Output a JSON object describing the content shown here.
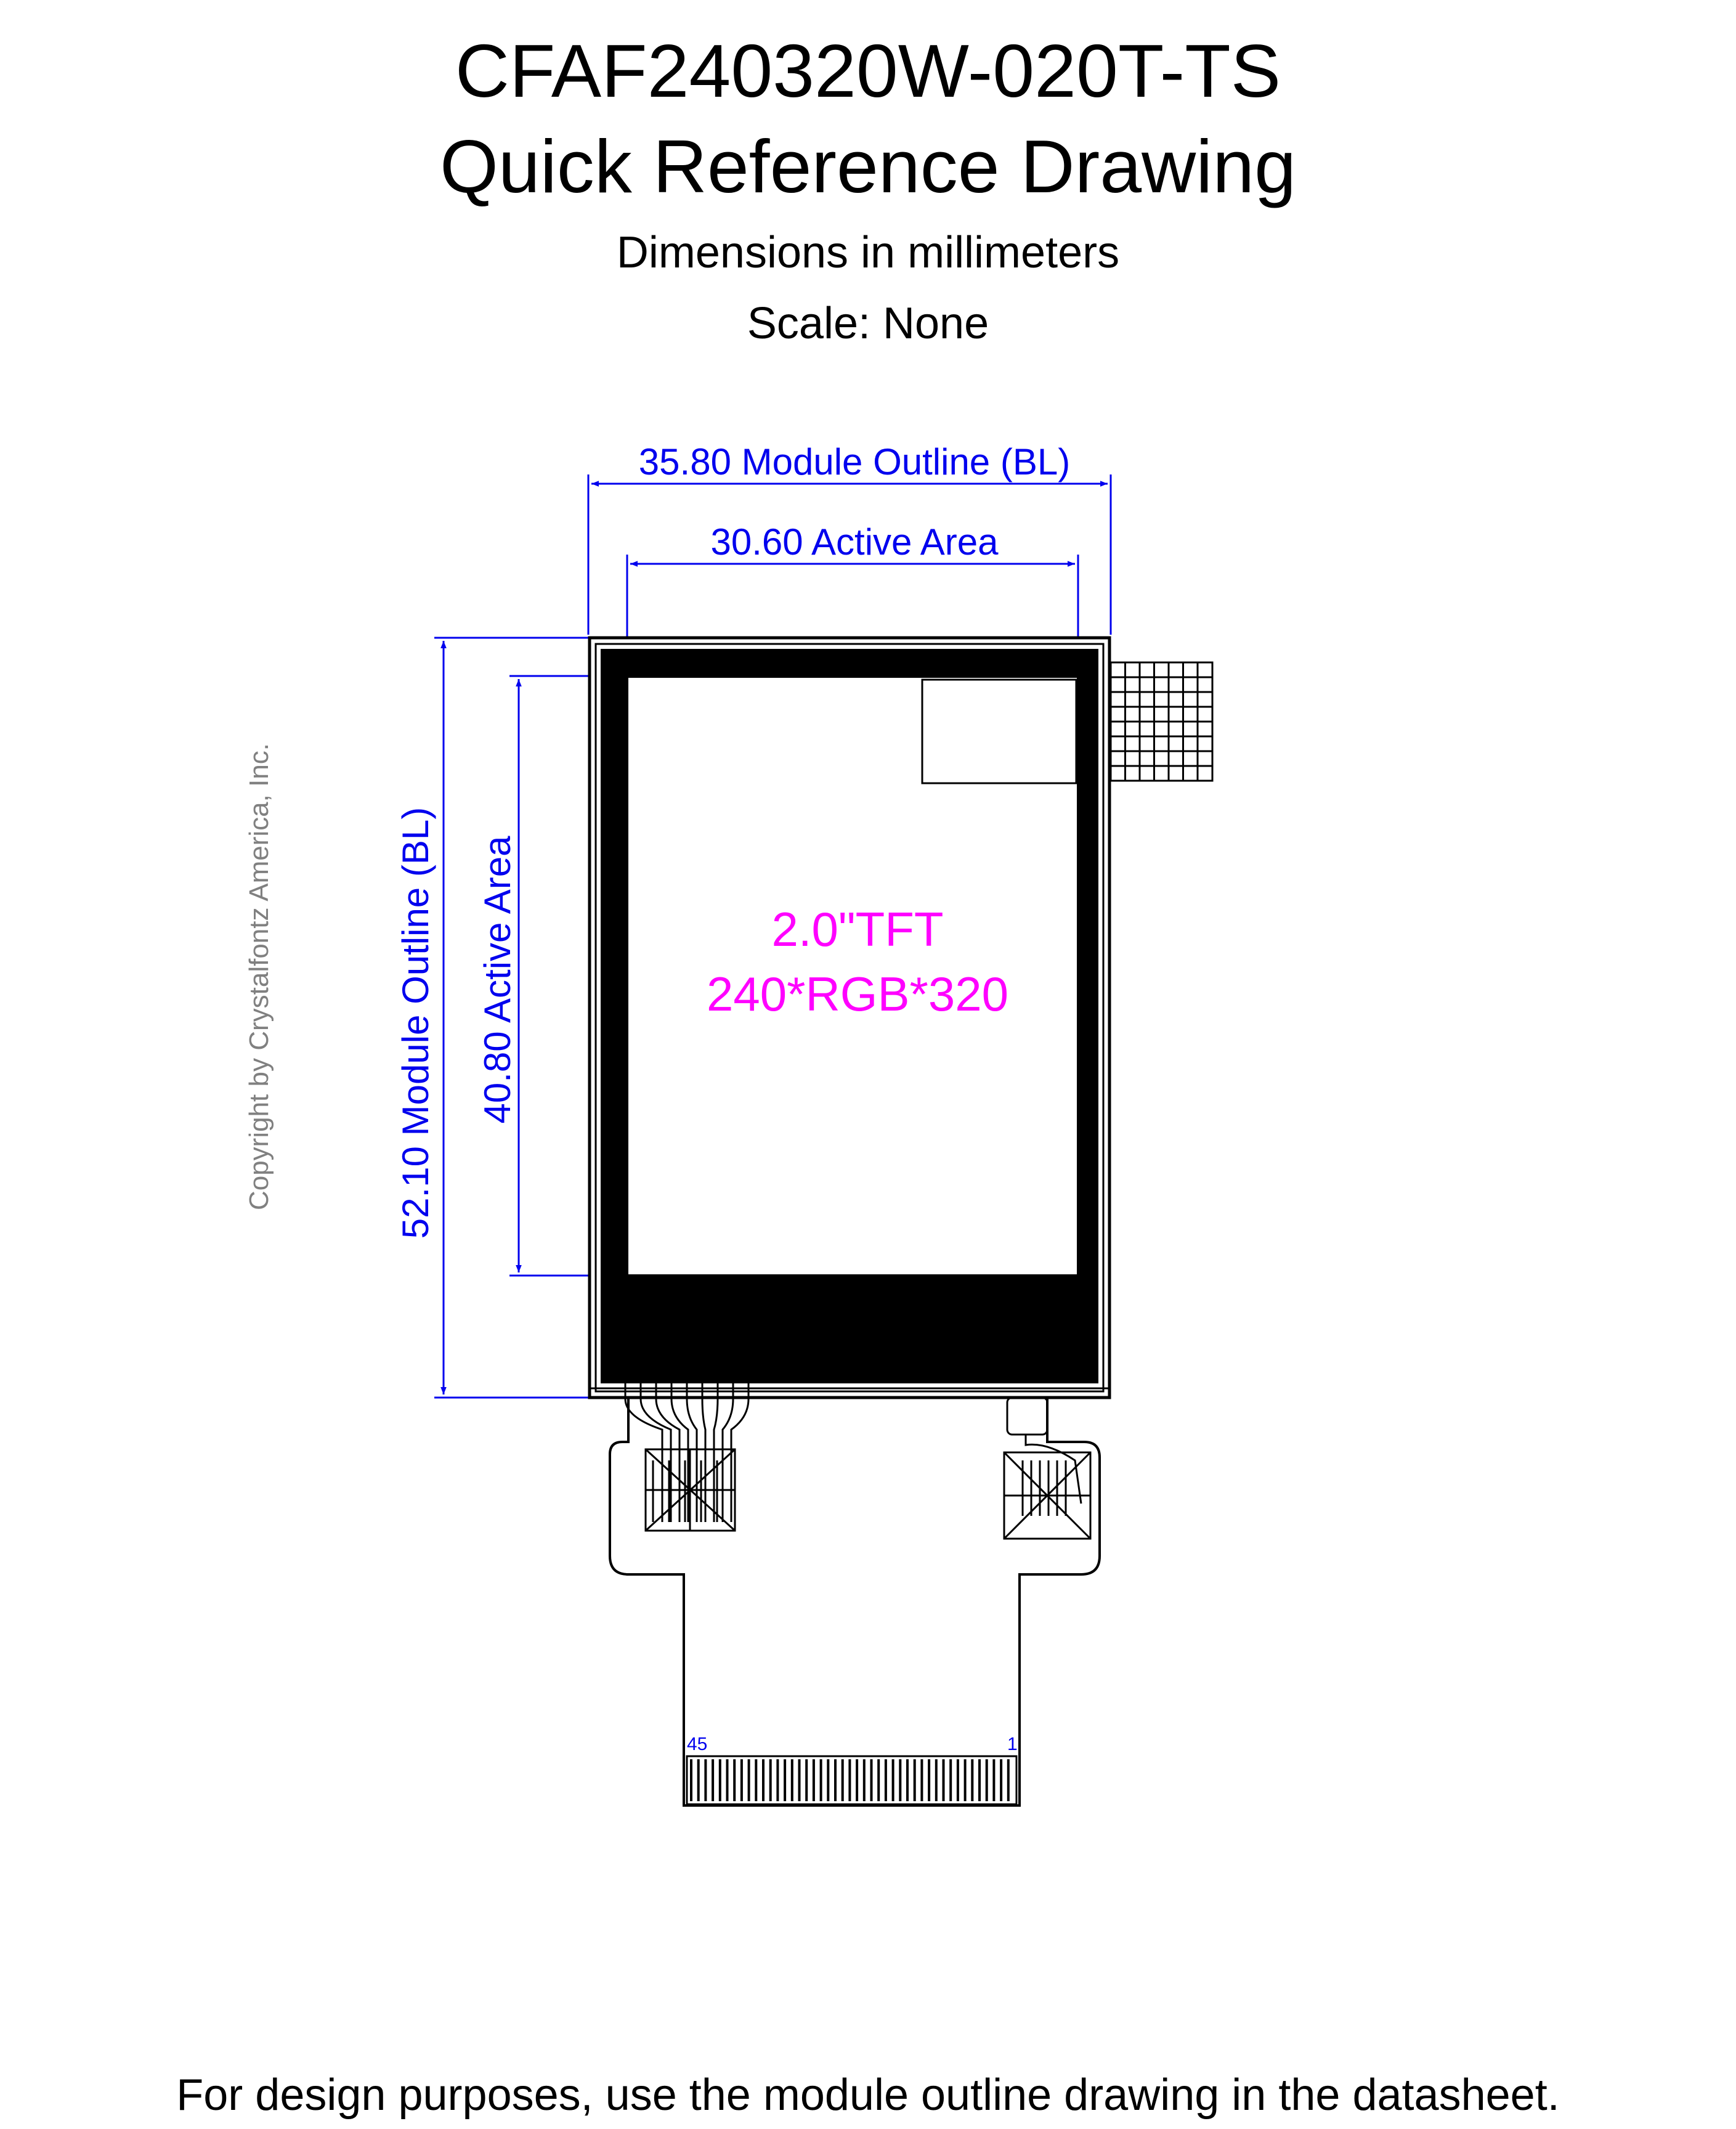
{
  "header": {
    "title_line1": "CFAF240320W-020T-TS",
    "title_line2": "Quick Reference Drawing",
    "units_note": "Dimensions in millimeters",
    "scale_note": "Scale: None"
  },
  "dimensions": {
    "module_width": "35.80 Module Outline (BL)",
    "active_width": "30.60 Active Area",
    "module_height": "52.10 Module Outline (BL)",
    "active_height": "40.80 Active Area"
  },
  "display": {
    "size_label": "2.0\"TFT",
    "resolution_label": "240*RGB*320"
  },
  "connector": {
    "pin_last": "45",
    "pin_first": "1"
  },
  "copyright": "Copyright by Crystalfontz America, Inc.",
  "footer": {
    "note": "For design purposes, use the module outline drawing in the datasheet."
  },
  "colors": {
    "dimension": "#0000ee",
    "label": "#ff00ff",
    "outline": "#000000",
    "copyright": "#808080"
  }
}
